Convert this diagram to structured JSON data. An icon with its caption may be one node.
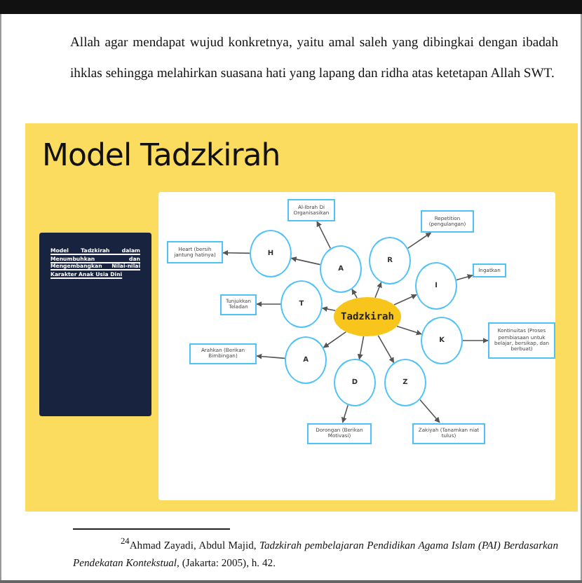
{
  "diagram": {
    "title": "Model Tadzkirah",
    "nodes": [
      {
        "text": [
          "Tadzkirah"
        ]
      },
      {
        "text": [
          "H"
        ]
      },
      {
        "text": [
          "A"
        ]
      },
      {
        "text": [
          "R"
        ]
      },
      {
        "text": [
          "I"
        ]
      },
      {
        "text": [
          "K"
        ]
      },
      {
        "text": [
          "Z"
        ]
      },
      {
        "text": [
          "D"
        ]
      },
      {
        "text": [
          "A"
        ]
      },
      {
        "text": [
          "T"
        ]
      },
      {
        "text": [
          "Heart (bersih jantung hatinya)"
        ]
      },
      {
        "text": [
          "Al-Ibrah Di Organisasikan"
        ]
      },
      {
        "text": [
          "Repetition (pengulangan)"
        ]
      },
      {
        "text": [
          "Ingatkan"
        ]
      },
      {
        "text": [
          "Kontinuitas (Proses pembiasaan untuk belajar, bersikap, dan berbuat)"
        ]
      },
      {
        "text": [
          "Zakiyah (Tanamkan niat tulus)"
        ]
      },
      {
        "text": [
          "Dorongan (Berikan Motivasi)"
        ]
      },
      {
        "text": [
          "Arahkan (Berikan Bimbingan)"
        ]
      },
      {
        "text": [
          "Tunjukkan Teladan"
        ]
      }
    ],
    "edges": [
      {
        "from": 0,
        "to": 2,
        "arrow": "to"
      },
      {
        "from": 0,
        "to": 3,
        "arrow": "to"
      },
      {
        "from": 0,
        "to": 4,
        "arrow": "to"
      },
      {
        "from": 0,
        "to": 5,
        "arrow": "to"
      },
      {
        "from": 0,
        "to": 6,
        "arrow": "to"
      },
      {
        "from": 0,
        "to": 7,
        "arrow": "to"
      },
      {
        "from": 0,
        "to": 8,
        "arrow": "to"
      },
      {
        "from": 0,
        "to": 9,
        "arrow": "to"
      },
      {
        "from": 2,
        "to": 1,
        "arrow": "to"
      },
      {
        "from": 1,
        "to": 10,
        "arrow": "to"
      },
      {
        "from": 2,
        "to": 11,
        "arrow": "to"
      },
      {
        "from": 3,
        "to": 12,
        "arrow": "to"
      },
      {
        "from": 4,
        "to": 13,
        "arrow": "to"
      },
      {
        "from": 5,
        "to": 14,
        "arrow": "to"
      },
      {
        "from": 6,
        "to": 15,
        "arrow": "to"
      },
      {
        "from": 7,
        "to": 16,
        "arrow": "to"
      },
      {
        "from": 8,
        "to": 17,
        "arrow": "to"
      },
      {
        "from": 9,
        "to": 18,
        "arrow": "to"
      }
    ],
    "labels": [
      "Allah agar mendapat wujud konkretnya, yaitu amal saleh yang dibingkai dengan ibadah ihklas sehingga melahirkan suasana hati yang lapang dan ridha atas ketetapan Allah SWT.",
      "Model Tadzkirah dalam Menumbuhkan dan Mengembangkan Nilai-nilai Karakter Anak Usia Dini",
      "$^{24}$Ahmad Zayadi, Abdul Majid, *Tadzkirah pembelajaran Pendidikan Agama Islam (PAI) Berdasarkan Pendekatan Kontekstual*, (Jakarta: 2005), h.  42."
    ]
  }
}
